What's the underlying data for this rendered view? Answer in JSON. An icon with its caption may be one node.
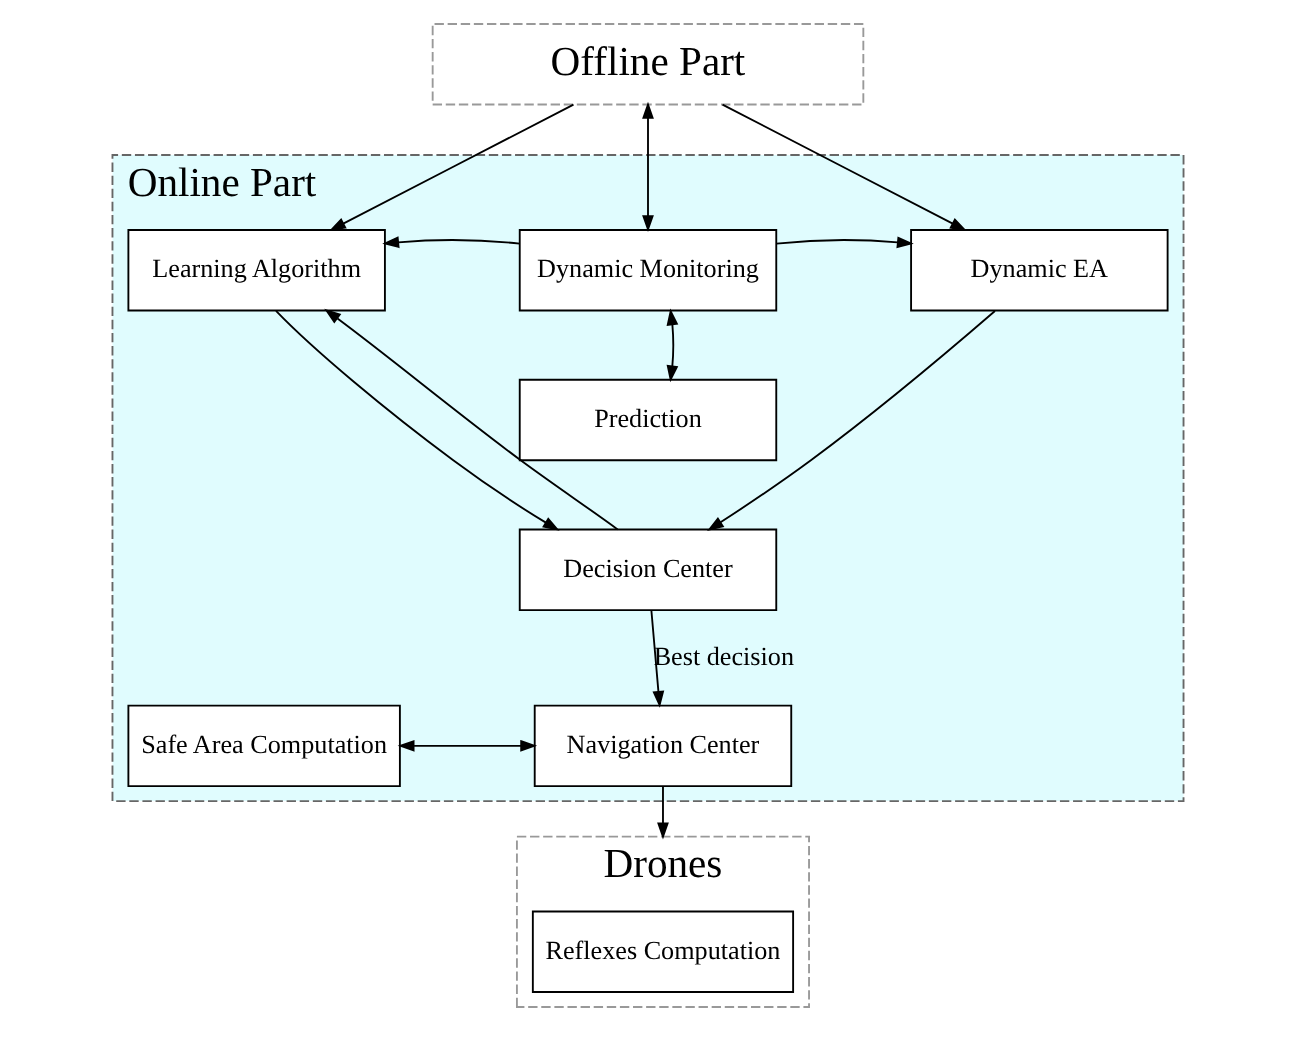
{
  "diagram": {
    "nodes": [
      {
        "text": [
          "Offline Part"
        ]
      },
      {
        "text": [
          "Online Part"
        ]
      },
      {
        "text": [
          "Learning Algorithm"
        ],
        "in": 1
      },
      {
        "text": [
          "Dynamic Monitoring"
        ],
        "in": 1
      },
      {
        "text": [
          "Dynamic EA"
        ],
        "in": 1
      },
      {
        "text": [
          "Prediction"
        ],
        "in": 1
      },
      {
        "text": [
          "Decision Center"
        ],
        "in": 1
      },
      {
        "text": [
          "Safe Area Computation"
        ],
        "in": 1
      },
      {
        "text": [
          "Navigation Center"
        ],
        "in": 1
      },
      {
        "text": [
          "Drones"
        ]
      },
      {
        "text": [
          "Reflexes Computation"
        ],
        "in": 9
      }
    ],
    "edges": [
      {
        "from": 0,
        "to": 3,
        "arrow": "both"
      },
      {
        "from": 0,
        "to": 2,
        "arrow": "to"
      },
      {
        "from": 0,
        "to": 4,
        "arrow": "to"
      },
      {
        "from": 3,
        "to": 2,
        "arrow": "to"
      },
      {
        "from": 3,
        "to": 4,
        "arrow": "to"
      },
      {
        "from": 3,
        "to": 5,
        "arrow": "both"
      },
      {
        "from": 2,
        "to": 6,
        "arrow": "to"
      },
      {
        "from": 4,
        "to": 6,
        "arrow": "to"
      },
      {
        "from": 6,
        "to": 8,
        "arrow": "to",
        "label": "Best decision"
      },
      {
        "from": 6,
        "to": 2,
        "arrow": "to"
      },
      {
        "from": 7,
        "to": 8,
        "arrow": "both"
      },
      {
        "from": 8,
        "to": 9,
        "arrow": "to"
      }
    ]
  }
}
